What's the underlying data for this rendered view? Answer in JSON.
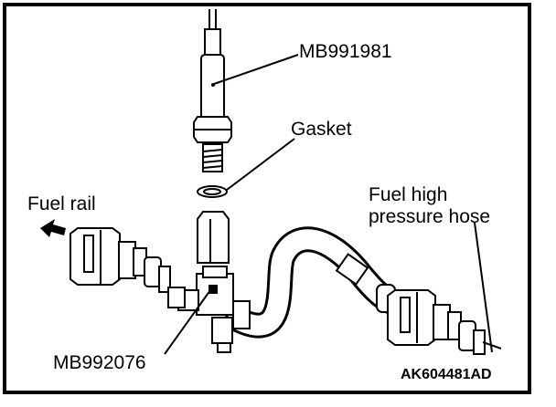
{
  "labels": {
    "tool_gauge": "MB991981",
    "gasket": "Gasket",
    "fuel_rail": "Fuel rail",
    "hose_line1": "Fuel high",
    "hose_line2": "pressure hose",
    "tool_adapter": "MB992076"
  },
  "figure_code": "AK604481AD"
}
